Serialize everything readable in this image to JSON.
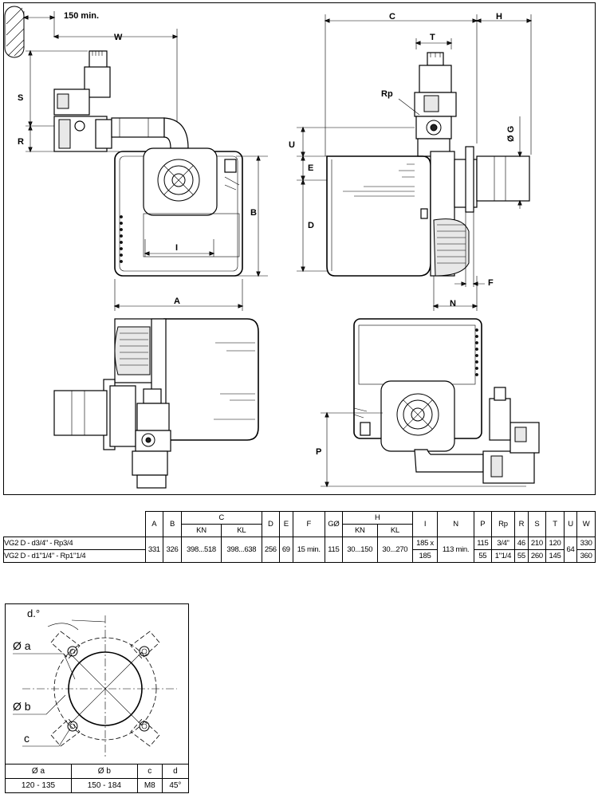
{
  "drawing": {
    "labels": {
      "min150": "150 min.",
      "W": "W",
      "C": "C",
      "H": "H",
      "T": "T",
      "S": "S",
      "R": "R",
      "Rp": "Rp",
      "U": "U",
      "E": "E",
      "D": "D",
      "G": "Ø G",
      "B": "B",
      "A": "A",
      "I": "I",
      "F": "F",
      "N": "N",
      "P": "P"
    }
  },
  "dimension_table": {
    "headers": [
      "A",
      "B",
      "C",
      "D",
      "E",
      "F",
      "GØ",
      "H",
      "I",
      "N",
      "P",
      "Rp",
      "R",
      "S",
      "T",
      "U",
      "W"
    ],
    "subheaders": {
      "C": [
        "KN",
        "KL"
      ],
      "H": [
        "KN",
        "KL"
      ]
    },
    "rows": [
      {
        "model": "VG2 D - d3/4\" - Rp3/4",
        "A": "331",
        "B": "326",
        "C_KN": "398...518",
        "C_KL": "398...638",
        "D": "256",
        "E": "69",
        "F": "15 min.",
        "G": "115",
        "H_KN": "30...150",
        "H_KL": "30...270",
        "I": "185 x",
        "N": "113 min.",
        "P": "115",
        "Rp": "3/4\"",
        "R": "46",
        "S": "210",
        "T": "120",
        "U": "64",
        "W": "330"
      },
      {
        "model": "VG2 D - d1\"1/4\" - Rp1\"1/4",
        "I": "185",
        "P": "55",
        "Rp": "1\"1/4",
        "R": "55",
        "S": "260",
        "T": "145",
        "W": "360"
      }
    ]
  },
  "hub_detail": {
    "labels": {
      "d_angle": "d.°",
      "phi_a": "Ø a",
      "phi_b": "Ø b",
      "c": "c"
    },
    "table": {
      "headers": [
        "Ø a",
        "Ø b",
        "c",
        "d"
      ],
      "values": [
        "120 - 135",
        "150 - 184",
        "M8",
        "45°"
      ]
    }
  }
}
